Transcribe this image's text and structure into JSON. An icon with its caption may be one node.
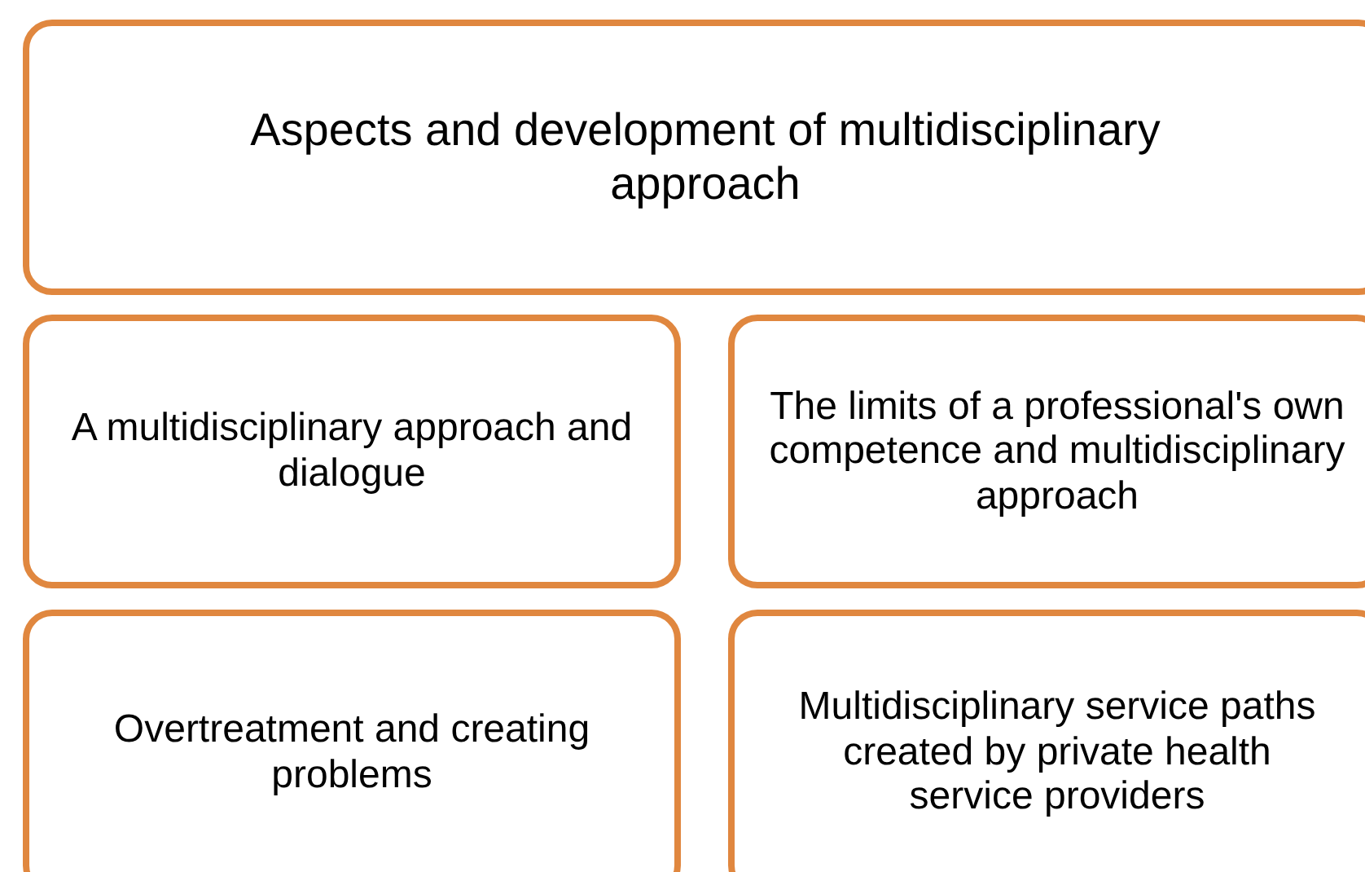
{
  "diagram": {
    "nodes": [
      {
        "text": [
          "Aspects and development of multidisciplinary approach"
        ]
      },
      {
        "text": [
          "A multidisciplinary approach and dialogue"
        ]
      },
      {
        "text": [
          "The limits of a professional's own competence and multidisciplinary approach"
        ]
      },
      {
        "text": [
          "Overtreatment and creating problems"
        ]
      },
      {
        "text": [
          "Multidisciplinary service paths created by private health service providers"
        ]
      }
    ]
  }
}
